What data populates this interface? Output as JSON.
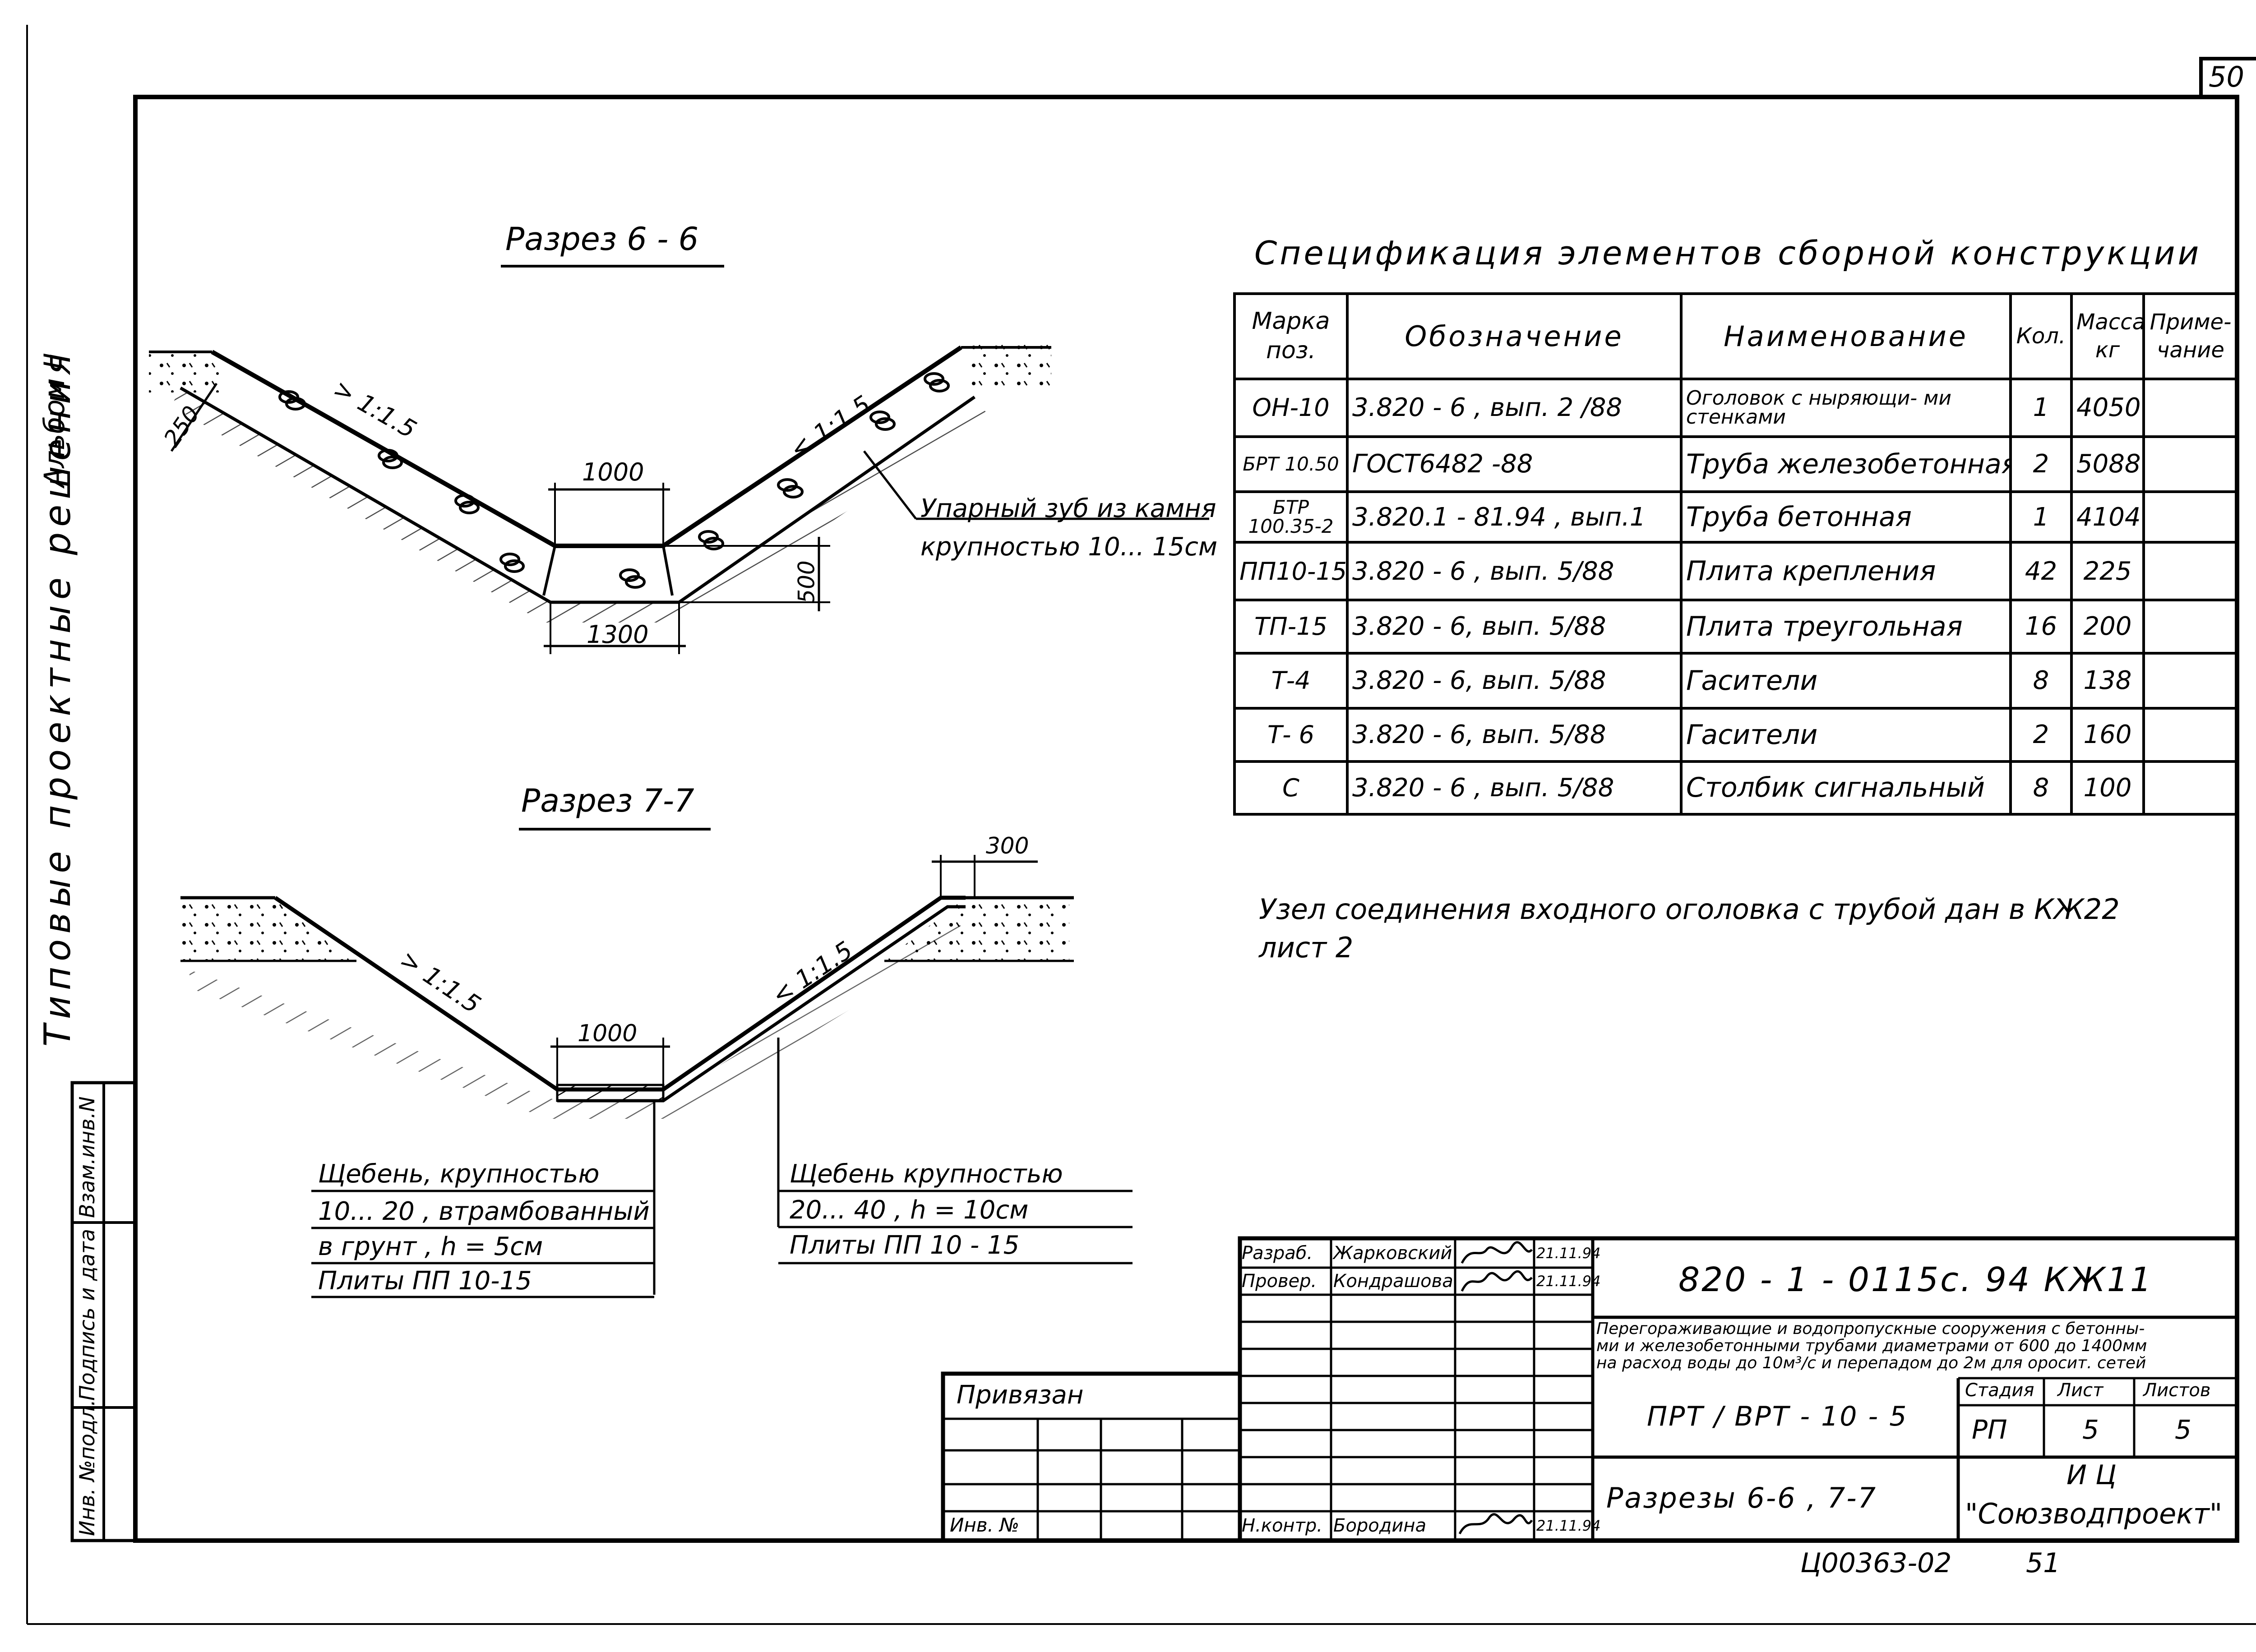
{
  "sheet_corner_number": "50",
  "left_margin": {
    "album": "Альбом II",
    "series_title": "Типовые проектные решения",
    "side_stamp": [
      "Инв. №подл.",
      "Подпись и дата",
      "Взам.инв.N"
    ]
  },
  "section_6": {
    "title": "Разрез 6 - 6",
    "dim_250": "250",
    "slope_left": "> 1:1.5",
    "slope_right": "< 1:1.5",
    "dim_1000": "1000",
    "dim_1300": "1300",
    "dim_500": "500",
    "callout_line1": "Упарный зуб из камня",
    "callout_line2": "крупностью 10... 15см"
  },
  "section_7": {
    "title": "Разрез 7-7",
    "dim_300": "300",
    "slope_left": "> 1:1.5",
    "slope_right": "< 1:1.5",
    "dim_1000": "1000",
    "note_left": [
      "Щебень, крупностью",
      "10... 20 , втрамбованный",
      "в грунт , h = 5см",
      "Плиты  ПП 10-15"
    ],
    "note_right": [
      "Щебень крупностью",
      "20... 40 ,  h = 10см",
      "Плиты  ПП 10 - 15"
    ]
  },
  "spec": {
    "title": "Спецификация элементов сборной конструкции",
    "headers": [
      "Марка поз.",
      "Обозначение",
      "Наименование",
      "Кол.",
      "Масса кг",
      "Приме- чание"
    ],
    "rows": [
      [
        "ОН-10",
        "3.820 - 6 , вып. 2 /88",
        "Оголовок с ныряющи- ми стенками",
        "1",
        "4050",
        ""
      ],
      [
        "БРТ 10.50",
        "ГОСТ6482   -88",
        "Труба железобетонная",
        "2",
        "5088",
        ""
      ],
      [
        "БТР 100.35-2",
        "3.820.1 - 81.94 , вып.1",
        "Труба  бетонная",
        "1",
        "4104",
        ""
      ],
      [
        "ПП10-15",
        "3.820 - 6 , вып. 5/88",
        "Плита  крепления",
        "42",
        "225",
        ""
      ],
      [
        "ТП-15",
        "3.820 - 6,  вып. 5/88",
        "Плита  треугольная",
        "16",
        "200",
        ""
      ],
      [
        "Т-4",
        "3.820 - 6, вып. 5/88",
        "Гасители",
        "8",
        "138",
        ""
      ],
      [
        "Т- 6",
        "3.820 - 6, вып. 5/88",
        "Гасители",
        "2",
        "160",
        ""
      ],
      [
        "С",
        "3.820 - 6 , вып. 5/88",
        "Столбик сигнальный",
        "8",
        "100",
        ""
      ]
    ]
  },
  "note": {
    "line1": "Узел  соединения  входного  оголовка  с трубой  дан  в КЖ22",
    "line2": "лист 2"
  },
  "title_block": {
    "privyazan": "Привязан",
    "inv_no": "Инв. №",
    "roles": [
      {
        "role": "Разраб.",
        "name": "Жарковский",
        "date": "21.11.94"
      },
      {
        "role": "Провер.",
        "name": "Кондрашова",
        "date": "21.11.94"
      },
      {
        "role": "Н.контр.",
        "name": "Бородина",
        "date": "21.11.94"
      }
    ],
    "code": "820 - 1 - 0115с. 94   КЖ11",
    "description": [
      "Перегораживающие и водопропускные сооружения с бетонны-",
      "ми и железобетонными трубами диаметрами от 600 до 1400мм",
      "на расход воды до 10м³/с и перепадом до 2м для оросит. сетей"
    ],
    "object": "ПРТ / ВРТ - 10 - 5",
    "stage_label": "Стадия",
    "sheet_label": "Лист",
    "sheets_label": "Листов",
    "stage": "РП",
    "sheet": "5",
    "sheets": "5",
    "sheet_title": "Разрезы  6-6 , 7-7",
    "org_line1": "И Ц",
    "org_line2": "\"Союзводпроект\""
  },
  "bottom_code": "Ц00363-02",
  "bottom_page": "51"
}
